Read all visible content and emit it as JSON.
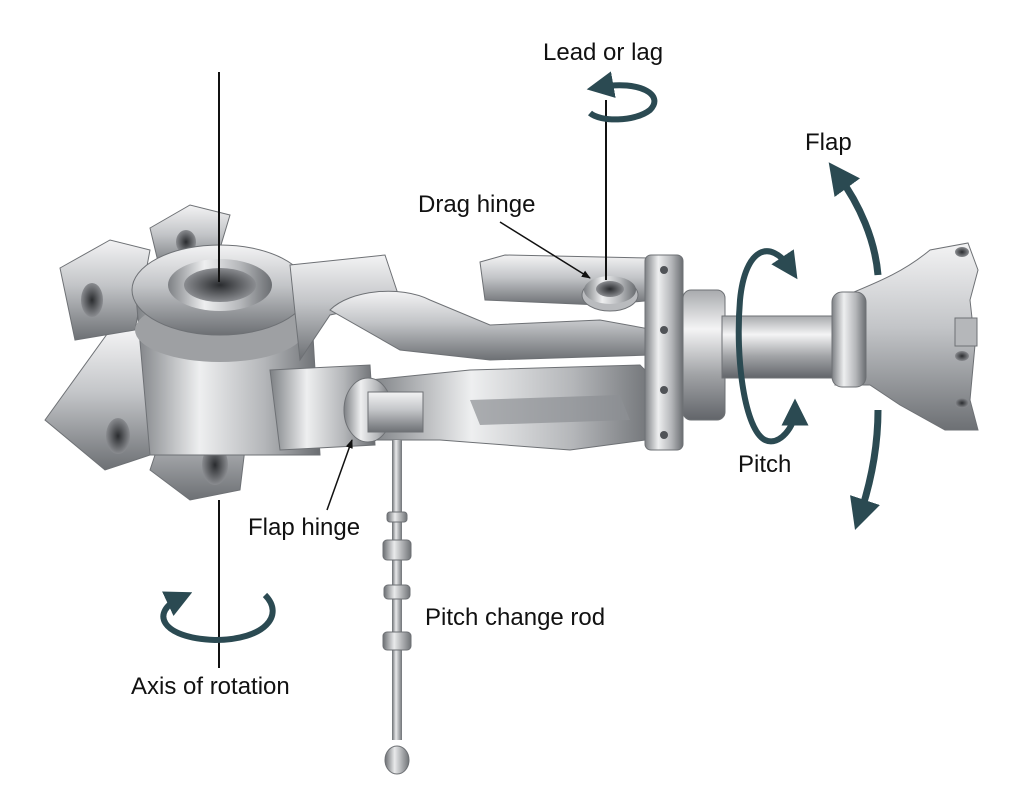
{
  "labels": {
    "lead_or_lag": "Lead or lag",
    "flap": "Flap",
    "drag_hinge": "Drag hinge",
    "pitch": "Pitch",
    "flap_hinge": "Flap hinge",
    "pitch_change_rod": "Pitch change rod",
    "axis_of_rotation": "Axis of rotation"
  },
  "colors": {
    "arrow": "#2b4a52",
    "metal_light": "#e6e7e9",
    "metal_mid": "#a6a8ab",
    "metal_dark": "#5c5f63",
    "line": "#111111"
  }
}
